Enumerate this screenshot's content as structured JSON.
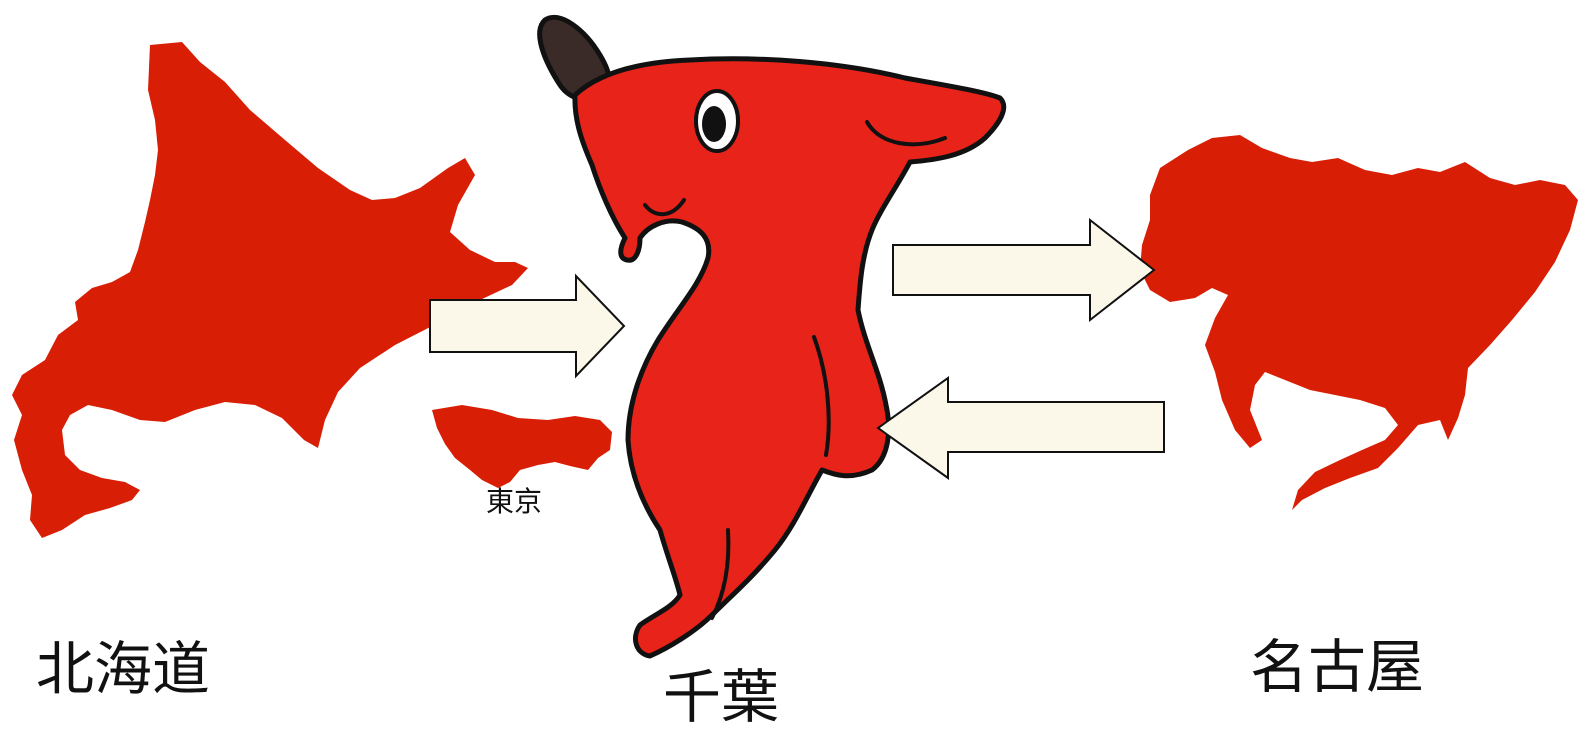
{
  "labels": {
    "hokkaido": "北海道",
    "tokyo": "東京",
    "chiba": "千葉",
    "nagoya": "名古屋"
  },
  "colors": {
    "map_red": "#d81e05",
    "mascot_red": "#e8231a",
    "arrow_fill": "#fbf8ea",
    "outline": "#111111"
  },
  "arrows": [
    {
      "from": "北海道",
      "to": "千葉"
    },
    {
      "from": "千葉",
      "to": "名古屋"
    },
    {
      "from": "名古屋",
      "to": "千葉"
    }
  ]
}
